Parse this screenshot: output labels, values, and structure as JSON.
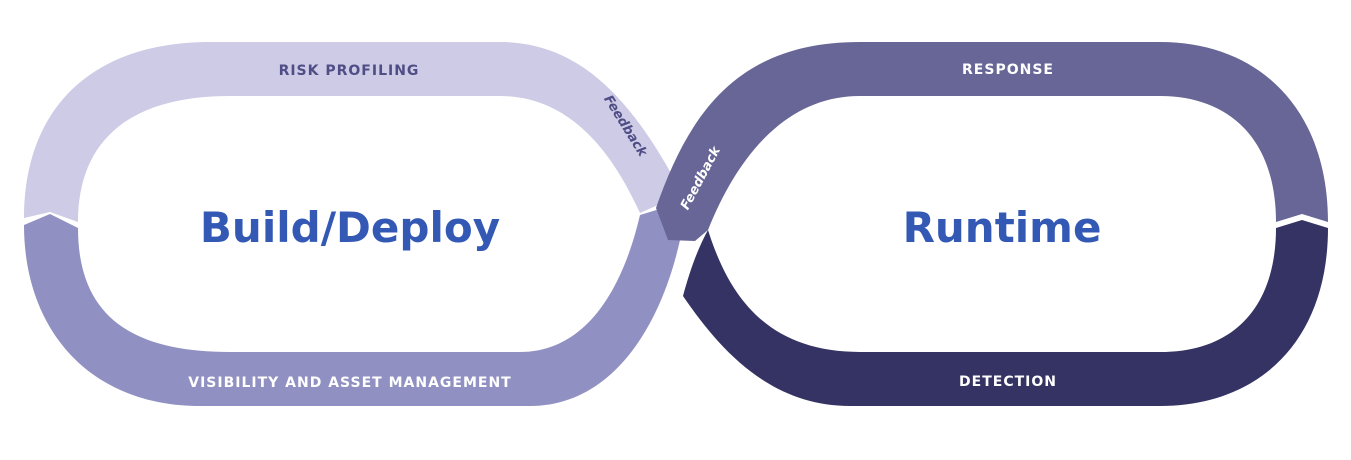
{
  "colors": {
    "risk_profiling": "#cdcbe6",
    "visibility": "#9090c3",
    "response": "#676697",
    "detection": "#343363",
    "main_text": "#3459b5",
    "light_text": "#ffffff",
    "dark_text": "#4f4d85"
  },
  "left_loop": {
    "title": "Build/Deploy",
    "top_segment": "RISK PROFILING",
    "bottom_segment": "VISIBILITY AND ASSET MANAGEMENT",
    "feedback": "Feedback"
  },
  "right_loop": {
    "title": "Runtime",
    "top_segment": "RESPONSE",
    "bottom_segment": "DETECTION",
    "feedback": "Feedback"
  }
}
